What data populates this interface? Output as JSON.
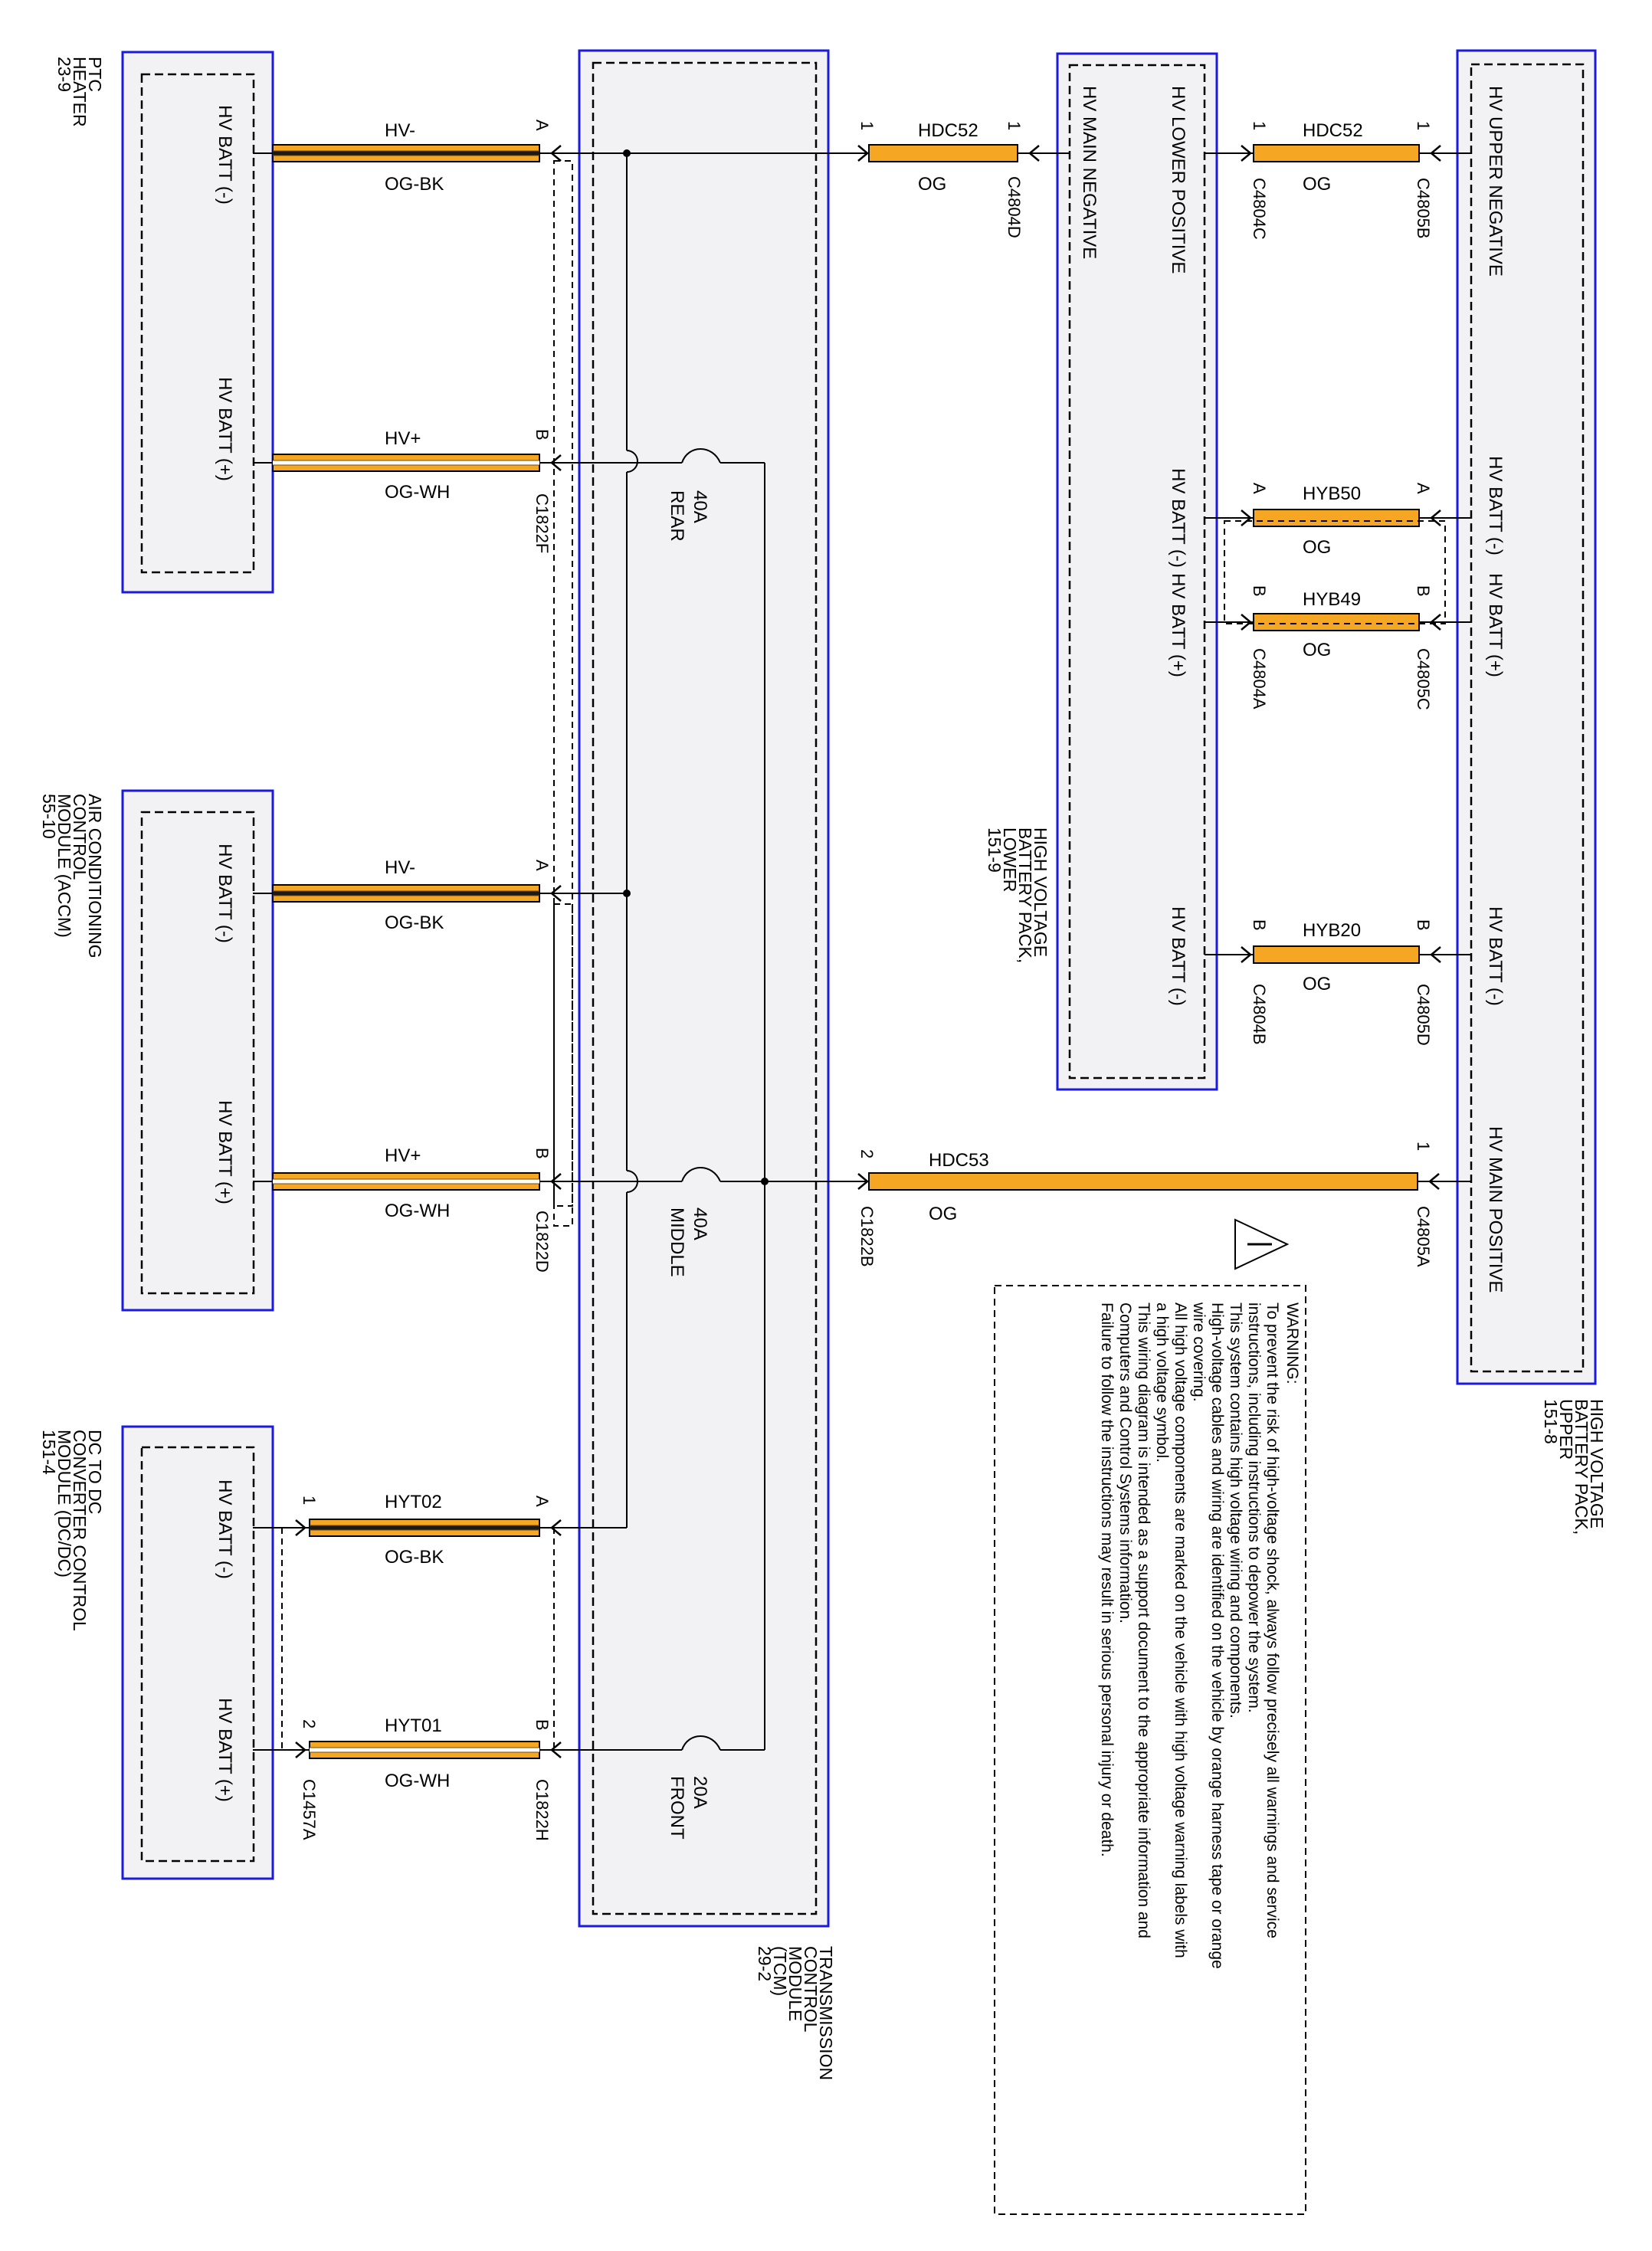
{
  "modules": {
    "ptc": {
      "title": [
        "PTC",
        "HEATER",
        "23-9"
      ],
      "terminals": [
        "HV BATT (-)",
        "HV BATT (+)"
      ]
    },
    "accm": {
      "title": [
        "AIR CONDITIONING",
        "CONTROL",
        "MODULE (ACCM)",
        "55-10"
      ],
      "terminals": [
        "HV BATT (-)",
        "HV BATT (+)"
      ]
    },
    "dcdc": {
      "title": [
        "DC TO DC",
        "CONVERTER CONTROL",
        "MODULE (DC/DC)",
        "151-4"
      ],
      "terminals": [
        "HV BATT (-)",
        "HV BATT (+)"
      ]
    },
    "tcm": {
      "title": [
        "TRANSMISSION",
        "CONTROL",
        "MODULE",
        "(TCM)",
        "29-2"
      ]
    },
    "lower": {
      "title": [
        "HIGH VOLTAGE",
        "BATTERY PACK,",
        "LOWER",
        "151-9"
      ],
      "terminals": [
        "HV MAIN NEGATIVE",
        "HV LOWER POSITIVE",
        "HV BATT (-)",
        "HV BATT (+)",
        "HV BATT (-)"
      ]
    },
    "upper": {
      "title": [
        "HIGH VOLTAGE",
        "BATTERY PACK,",
        "UPPER",
        "151-8"
      ],
      "terminals": [
        "HV UPPER NEGATIVE",
        "HV BATT (-)",
        "HV BATT (+)",
        "HV BATT (-)",
        "HV MAIN POSITIVE"
      ]
    }
  },
  "wires": {
    "ptc_neg": {
      "circuit": "HV-",
      "color": "OG-BK",
      "pin": "A"
    },
    "ptc_pos": {
      "circuit": "HV+",
      "color": "OG-WH",
      "pin": "B",
      "connector": "C1822F"
    },
    "accm_neg": {
      "circuit": "HV-",
      "color": "OG-BK",
      "pin": "A"
    },
    "accm_pos": {
      "circuit": "HV+",
      "color": "OG-WH",
      "pin": "B",
      "connector": "C1822D"
    },
    "dcdc_neg": {
      "circuit": "HYT02",
      "color": "OG-BK",
      "pin_left": "1",
      "pin_right": "A"
    },
    "dcdc_pos": {
      "circuit": "HYT01",
      "color": "OG-WH",
      "pin_left": "2",
      "pin_right": "B",
      "connector_left": "C1457A",
      "connector_right": "C1822H"
    },
    "main_neg": {
      "circuit": "HDC52",
      "color": "OG",
      "pin_left": "1",
      "pin_right": "1",
      "connector": "C4804D"
    },
    "main_pos": {
      "circuit": "HDC53",
      "color": "OG",
      "pin_left": "2",
      "pin_right": "1",
      "connector_left": "C1822B",
      "connector_right": "C4805A"
    },
    "lower_pos": {
      "circuit": "HDC52",
      "color": "OG",
      "pin_left": "1",
      "pin_right": "1",
      "connector_left": "C4804C",
      "connector_right": "C4805B"
    },
    "hyb50": {
      "circuit": "HYB50",
      "color": "OG",
      "pin_left": "A",
      "pin_right": "A"
    },
    "hyb49": {
      "circuit": "HYB49",
      "color": "OG",
      "pin_left": "B",
      "pin_right": "B",
      "connector_left": "C4804A",
      "connector_right": "C4805C"
    },
    "hyb20": {
      "circuit": "HYB20",
      "color": "OG",
      "pin_left": "B",
      "pin_right": "B",
      "connector_left": "C4804B",
      "connector_right": "C4805D"
    }
  },
  "fuses": {
    "rear": {
      "rating": "40A",
      "name": "REAR"
    },
    "middle": {
      "rating": "40A",
      "name": "MIDDLE"
    },
    "front": {
      "rating": "20A",
      "name": "FRONT"
    }
  },
  "warning": {
    "heading": "WARNING:",
    "lines": [
      "To prevent the risk of high-voltage shock, always follow precisely all warnings and service",
      "instructions, including instructions to depower the system.",
      "This system contains high voltage wiring and components.",
      "High-voltage cables and wiring are identified on the vehicle by orange harness tape or orange",
      "wire covering.",
      "All high voltage components are marked on the vehicle with high voltage warning labels with",
      "a high voltage symbol.",
      "This wiring diagram is intended as a support document to the appropriate information and",
      "Computers and Control Systems information.",
      "Failure to follow the instructions may result in serious personal injury or death."
    ],
    "symbol": "warning-triangle-icon"
  },
  "colors": {
    "module_border": "#1a1ae0",
    "module_fill": "#f2f2f4",
    "wire_orange": "#f5a623",
    "wire_black": "#1a1a1a",
    "wire_white": "#ffffff"
  }
}
